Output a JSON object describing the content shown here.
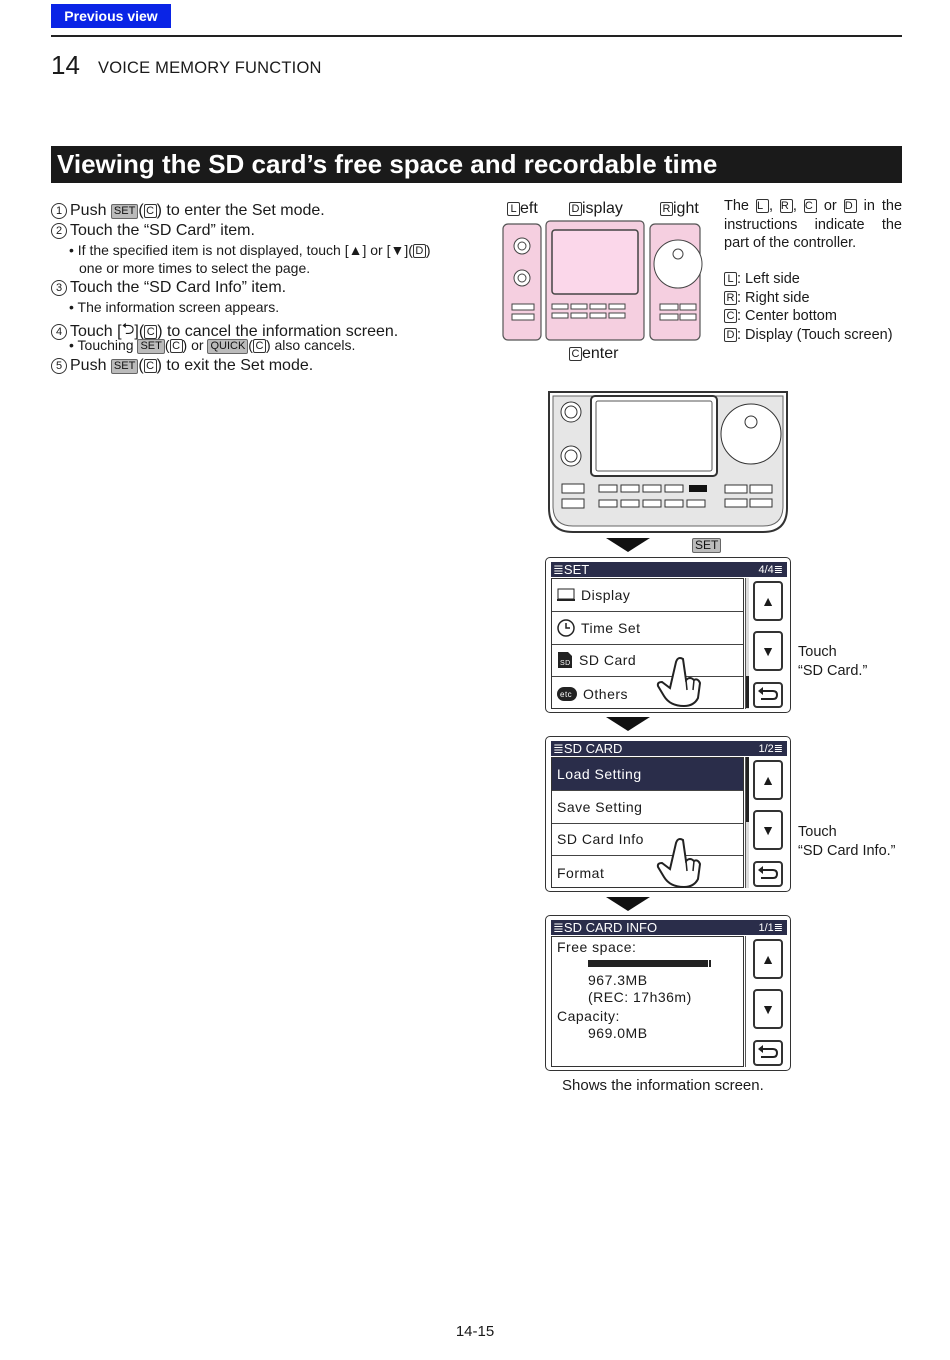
{
  "nav": {
    "previous_label": "Previous view"
  },
  "chapter": {
    "number": "14",
    "title": "VOICE MEMORY FUNCTION"
  },
  "section_title": "Viewing the SD card’s free space and recordable time",
  "steps": {
    "s1": {
      "num": "1",
      "pre": "Push ",
      "key": "SET",
      "mid": "(",
      "code": "C",
      "post": ") to enter the Set mode."
    },
    "s2": {
      "num": "2",
      "text": "Touch the “SD Card” item."
    },
    "s2_b1": "• If the specified item is not displayed, touch [▲] or [▼](",
    "s2_b1_code": "D",
    "s2_b1_end": ")",
    "s2_b2": "one or more times to select the page.",
    "s3": {
      "num": "3",
      "text": "Touch the “SD Card Info” item."
    },
    "s3_b1": "• The information screen appears.",
    "s4": {
      "num": "4",
      "pre": "Touch [",
      "icon": "⮌",
      "mid": "](",
      "code": "C",
      "post": ") to cancel the information screen."
    },
    "s4_b1": {
      "pre": "• Touching ",
      "key1": "SET",
      "m1": "(",
      "c1": "C",
      "m2": ") or ",
      "key2": "QUICK",
      "m3": "(",
      "c2": "C",
      "post": ") also cancels."
    },
    "s5": {
      "num": "5",
      "pre": "Push ",
      "key": "SET",
      "mid": "(",
      "code": "C",
      "post": ") to exit the Set mode."
    }
  },
  "controller": {
    "left": {
      "code": "L",
      "rest": "eft"
    },
    "display": {
      "code": "D",
      "rest": "isplay"
    },
    "right": {
      "code": "R",
      "rest": "ight"
    },
    "center": {
      "code": "C",
      "rest": "enter"
    }
  },
  "explain": {
    "l1": {
      "a": "The ",
      "c1": "L",
      "b": ", ",
      "c2": "R",
      "c": ", ",
      "c3": "C",
      "d": " or ",
      "c4": "D",
      "e": " in the"
    },
    "l2": "instructions indicate the",
    "l3": "part of the controller."
  },
  "legend": [
    {
      "code": "L",
      "text": ": Left side"
    },
    {
      "code": "R",
      "text": ": Right side"
    },
    {
      "code": "C",
      "text": ": Center bottom"
    },
    {
      "code": "D",
      "text": ": Display (Touch screen)"
    }
  ],
  "set_key_label": "SET",
  "screen_set": {
    "title": "SET",
    "page": "4/4",
    "items": [
      "Display",
      "Time Set",
      "SD Card",
      "Others"
    ],
    "note_l1": "Touch",
    "note_l2": "“SD Card.”"
  },
  "screen_sd": {
    "title": "SD CARD",
    "page": "1/2",
    "items": [
      "Load Setting",
      "Save Setting",
      "SD Card Info",
      "Format"
    ],
    "note_l1": "Touch",
    "note_l2": "“SD Card Info.”"
  },
  "screen_info": {
    "title": "SD CARD INFO",
    "page": "1/1",
    "free_label": "Free space:",
    "free_value": "967.3MB",
    "rec": "(REC: 17h36m)",
    "cap_label": "Capacity:",
    "cap_value": "969.0MB"
  },
  "caption": "Shows the information screen.",
  "page_number": "14-15"
}
